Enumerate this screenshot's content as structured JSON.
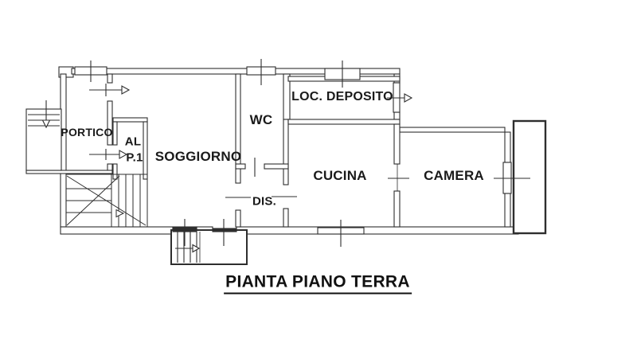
{
  "plan": {
    "title": "PIANTA PIANO TERRA",
    "rooms": {
      "portico": "PORTICO",
      "stair_hall_line1": "AL",
      "stair_hall_line2": "P.1",
      "soggiorno": "SOGGIORNO",
      "wc": "WC",
      "deposito": "LOC. DEPOSITO",
      "dis": "DIS.",
      "cucina": "CUCINA",
      "camera": "CAMERA"
    },
    "colors": {
      "line": "#2e2e2e",
      "text": "#1a1a1a",
      "background": "#ffffff"
    }
  }
}
